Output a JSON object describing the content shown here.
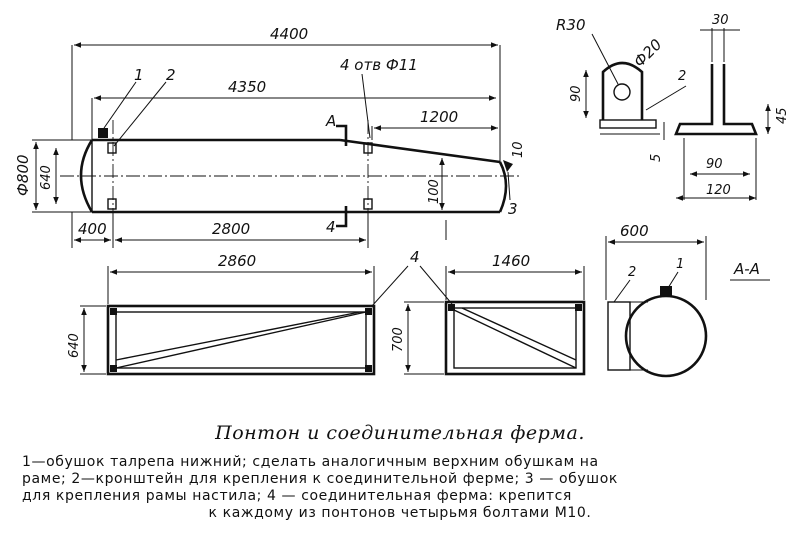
{
  "drawing": {
    "dims": {
      "total_length": "4400",
      "inner_length": "4350",
      "end_length": "1200",
      "diameter": "Ф800",
      "bracket_spacing": "640",
      "height_100": "100",
      "end_offset": "400",
      "span_2800": "2800",
      "tip_10": "10",
      "holes": "4 отв Ф11",
      "truss_length": "2860",
      "truss_height": "640",
      "frame_length": "1460",
      "frame_height": "700",
      "width_600": "600",
      "radius": "R30",
      "hole_diameter": "Ф20",
      "bracket_height": "90",
      "thickness_30": "30",
      "thickness_5": "5",
      "base_90": "90",
      "base_120": "120",
      "height_45": "45"
    },
    "callouts": {
      "c1": "1",
      "c2": "2",
      "c3": "3",
      "c4": "4",
      "section_mark": "А",
      "section_title": "А-А"
    }
  },
  "caption": "Понтон и соединительная ферма.",
  "legend": {
    "line1": "1—обушок талрепа нижний; сделать аналогичным верхним обушкам на",
    "line2": "раме; 2—кронштейн для крепления к соединительной ферме; 3 — обушок",
    "line3": "для крепления рамы настила; 4 — соединительная ферма: крепится",
    "line4": "к каждому из понтонов четырьмя болтами М10."
  }
}
